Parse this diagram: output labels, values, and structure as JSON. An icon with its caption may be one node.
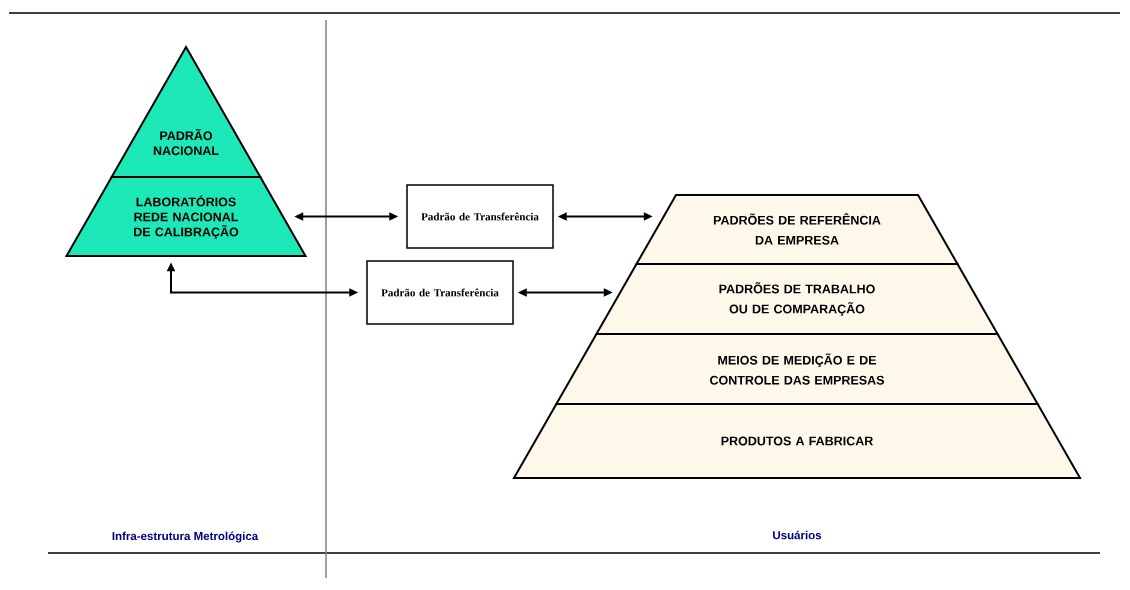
{
  "diagram": {
    "nodes": [
      {
        "text": [
          "PADRÃO NACIONAL"
        ]
      },
      {
        "text": [
          "LABORATÓRIOS REDE NACIONAL DE CALIBRAÇÃO"
        ]
      },
      {
        "text": [
          "Padrão de Transferência"
        ]
      },
      {
        "text": [
          "Padrão de Transferência"
        ]
      },
      {
        "text": [
          "PADRÕES DE REFERÊNCIA DA EMPRESA"
        ]
      },
      {
        "text": [
          "PADRÕES DE TRABALHO OU DE COMPARAÇÃO"
        ]
      },
      {
        "text": [
          "MEIOS DE MEDIÇÃO E DE CONTROLE DAS EMPRESAS"
        ]
      },
      {
        "text": [
          "PRODUTOS A FABRICAR"
        ]
      }
    ],
    "edges": [
      {
        "from": 1,
        "to": 2,
        "arrow": "both"
      },
      {
        "from": 2,
        "to": 4,
        "arrow": "both"
      },
      {
        "from": 1,
        "to": 3,
        "arrow": "both"
      },
      {
        "from": 3,
        "to": 5,
        "arrow": "both"
      }
    ],
    "labels": [
      "Infra-estrutura Metrológica",
      "Usuários"
    ]
  }
}
